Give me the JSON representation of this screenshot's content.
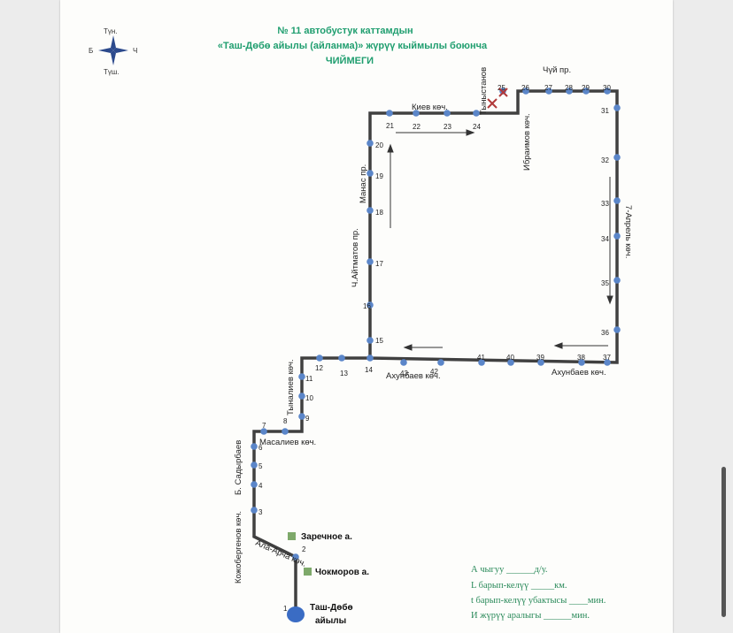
{
  "title": {
    "line1": "№ 11 автобустук каттамдын",
    "line2": "«Таш-Дөбө айылы (айланма)» жүрүү кыймылы боюнча",
    "line3": "ЧИЙМЕГИ"
  },
  "compass": {
    "north": "Түн.",
    "south": "Түш.",
    "west": "Б",
    "east": "Ч"
  },
  "streets": {
    "chuy": "Чүй пр.",
    "kiev": "Киев көч.",
    "tynystanov": "Тыныстанов",
    "ibraimov": "Ибраимов көч.",
    "manas": "Манас пр.",
    "aitmatov": "Ч.Айтматов пр.",
    "april7": "7-Апрель көч.",
    "akhunbaev1": "Ахунбаев көч.",
    "akhunbaev2": "Ахунбаев көч.",
    "tynaliev": "Тыналиев көч.",
    "masaliev": "Масалиев көч.",
    "sadyrbaev": "Б. Садырбаев",
    "kojobergenov": "Кожобергенов көч.",
    "alaarcha": "Ала-Арча көч."
  },
  "places": {
    "zarechnoe": "Заречное а.",
    "chokmorov": "Чокморов а.",
    "tashdobo_1": "Таш-Дөбө",
    "tashdobo_2": "айылы"
  },
  "stops": [
    "1",
    "2",
    "3",
    "4",
    "5",
    "6",
    "7",
    "8",
    "9",
    "10",
    "11",
    "12",
    "13",
    "14",
    "15",
    "16",
    "17",
    "18",
    "19",
    "20",
    "21",
    "22",
    "23",
    "24",
    "25",
    "26",
    "27",
    "28",
    "29",
    "30",
    "31",
    "32",
    "33",
    "34",
    "35",
    "36",
    "37",
    "38",
    "39",
    "40",
    "41",
    "42",
    "43"
  ],
  "legend": {
    "line1": "А чыгуу ______д/у.",
    "line2": "L барып-келүү _____км.",
    "line3": "t барып-келүү убактысы ____мин.",
    "line4": "И жүрүү аралыгы ______мин."
  },
  "colors": {
    "route": "#404040",
    "stop": "#5b86c9",
    "title": "#1f9e6f",
    "legend": "#2a8a5a",
    "place_marker": "#7ea96a"
  }
}
